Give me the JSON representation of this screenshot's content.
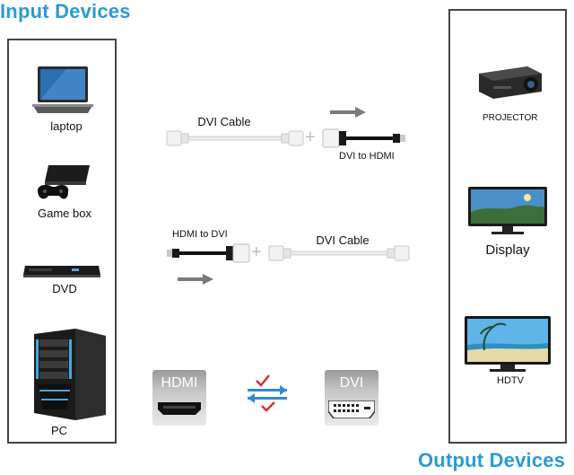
{
  "headings": {
    "input": "Input Devices",
    "output": "Output Devices"
  },
  "colors": {
    "heading": "#2a9bd4",
    "arrow": "#7a7a7a",
    "swap_blue": "#2e8bd0",
    "swap_check": "#d9322b"
  },
  "input_devices": [
    {
      "label": "laptop",
      "icon": "laptop-icon"
    },
    {
      "label": "Game box",
      "icon": "game-console-icon"
    },
    {
      "label": "DVD",
      "icon": "dvd-player-icon"
    },
    {
      "label": "PC",
      "icon": "pc-tower-icon"
    }
  ],
  "output_devices": [
    {
      "label": "PROJECTOR",
      "icon": "projector-icon"
    },
    {
      "label": "Display",
      "icon": "monitor-icon"
    },
    {
      "label": "HDTV",
      "icon": "tv-icon"
    }
  ],
  "cables": {
    "top_cable": "DVI Cable",
    "top_adapter": "DVI to HDMI",
    "bottom_adapter": "HDMI to DVI",
    "bottom_cable": "DVI Cable"
  },
  "connectors": {
    "hdmi": "HDMI",
    "dvi": "DVI"
  }
}
